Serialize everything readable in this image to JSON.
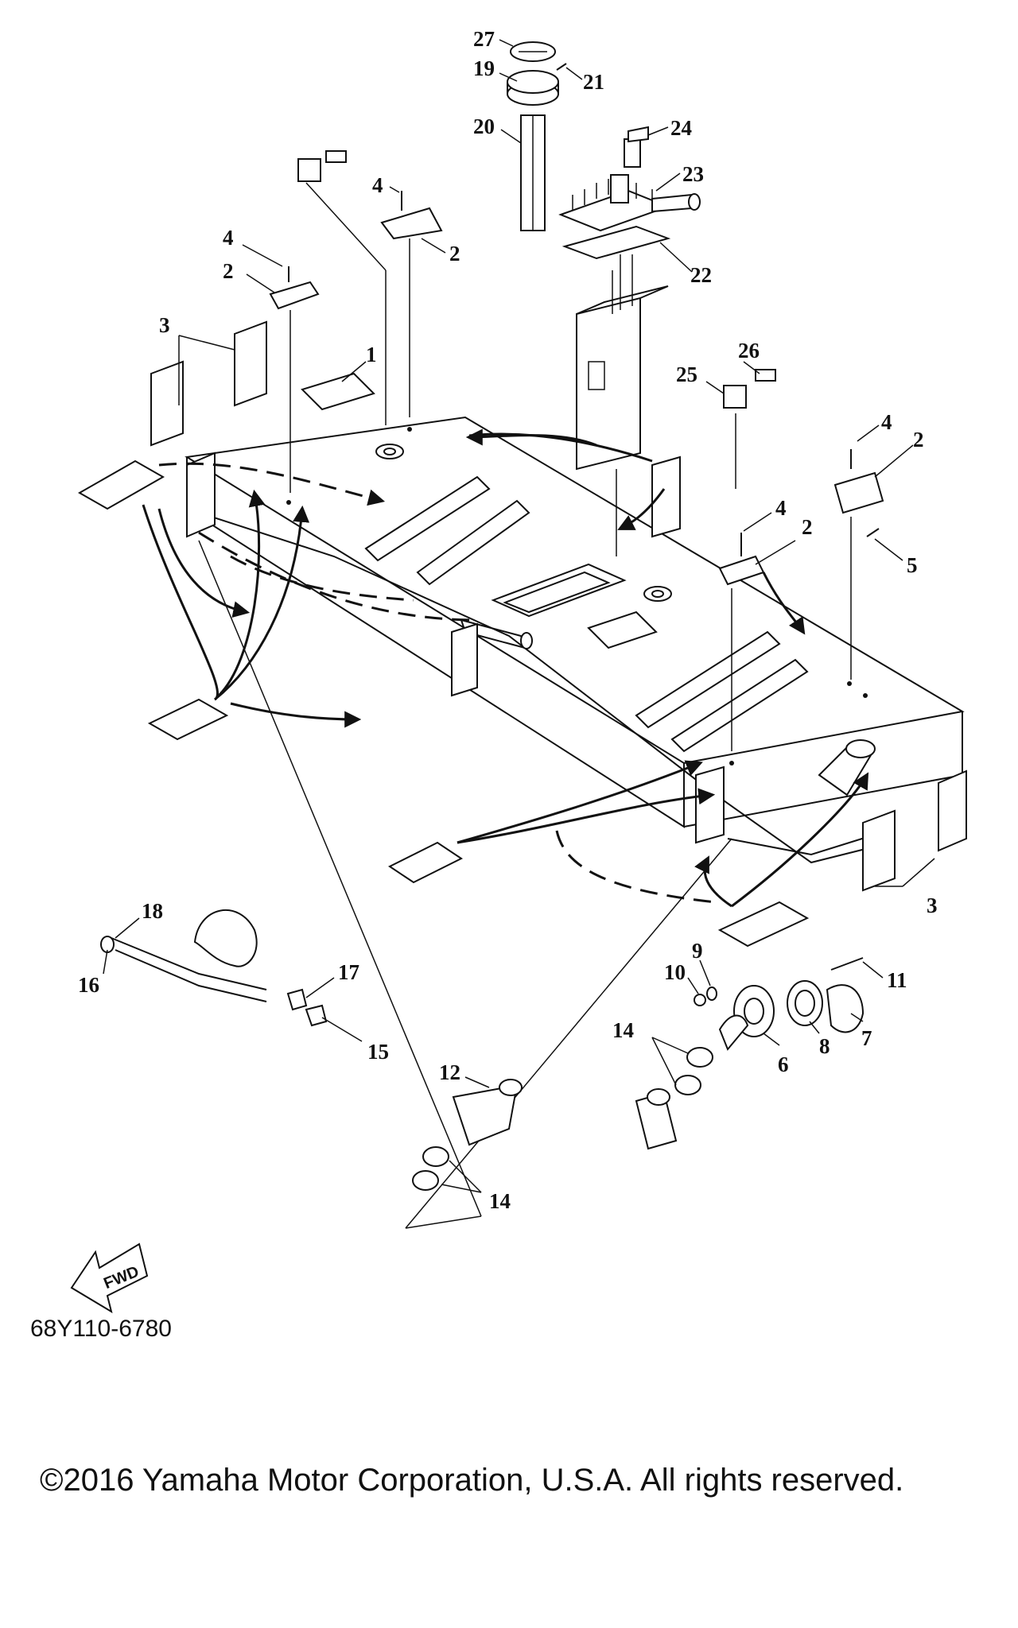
{
  "diagram": {
    "part_numbers": [
      "1",
      "2",
      "3",
      "4",
      "5",
      "6",
      "7",
      "8",
      "9",
      "10",
      "11",
      "12",
      "14",
      "15",
      "16",
      "17",
      "18",
      "19",
      "20",
      "21",
      "22",
      "23",
      "24",
      "25",
      "26",
      "27"
    ],
    "fwd_label": "FWD",
    "drawing_code": "68Y110-6780"
  },
  "footer": {
    "copyright": "©2016 Yamaha Motor Corporation, U.S.A. All rights reserved."
  }
}
